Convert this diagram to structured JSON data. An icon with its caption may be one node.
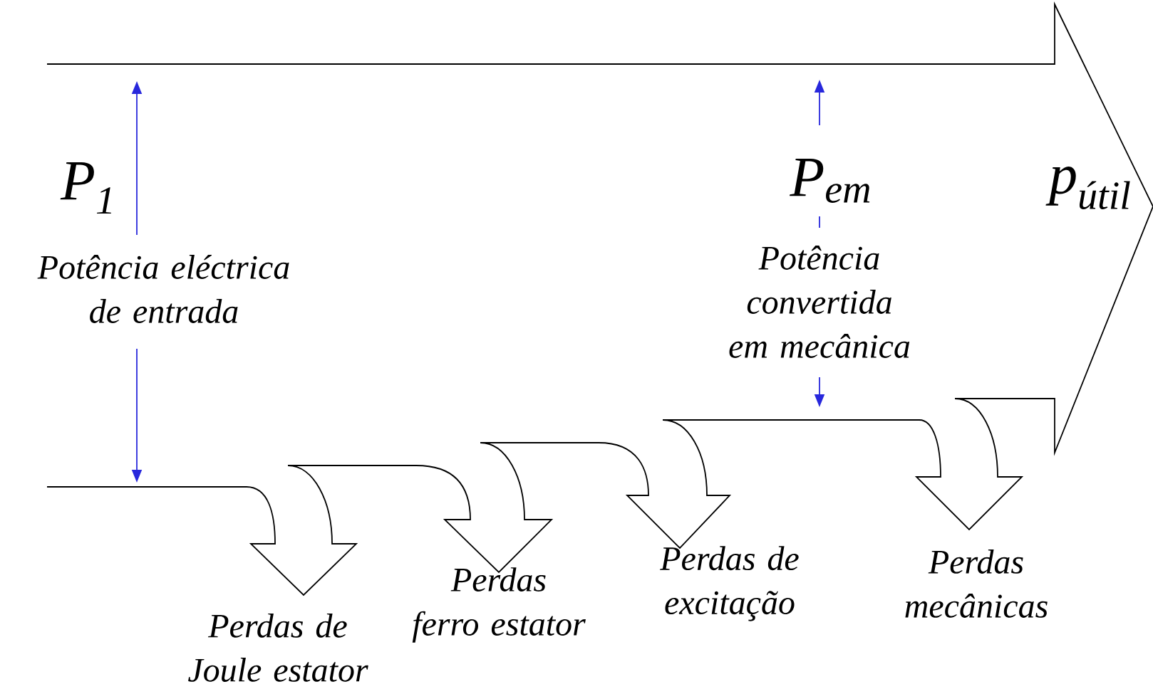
{
  "diagram": {
    "labels": [
      "P$_{1}$",
      "P$_{em}$",
      "p$_{útil}$",
      "Potência eléctrica de entrada",
      "Potência convertida em mecânica",
      "Perdas de Joule estator",
      "Perdas ferro estator",
      "Perdas de excitação",
      "Perdas mecânicas"
    ]
  }
}
